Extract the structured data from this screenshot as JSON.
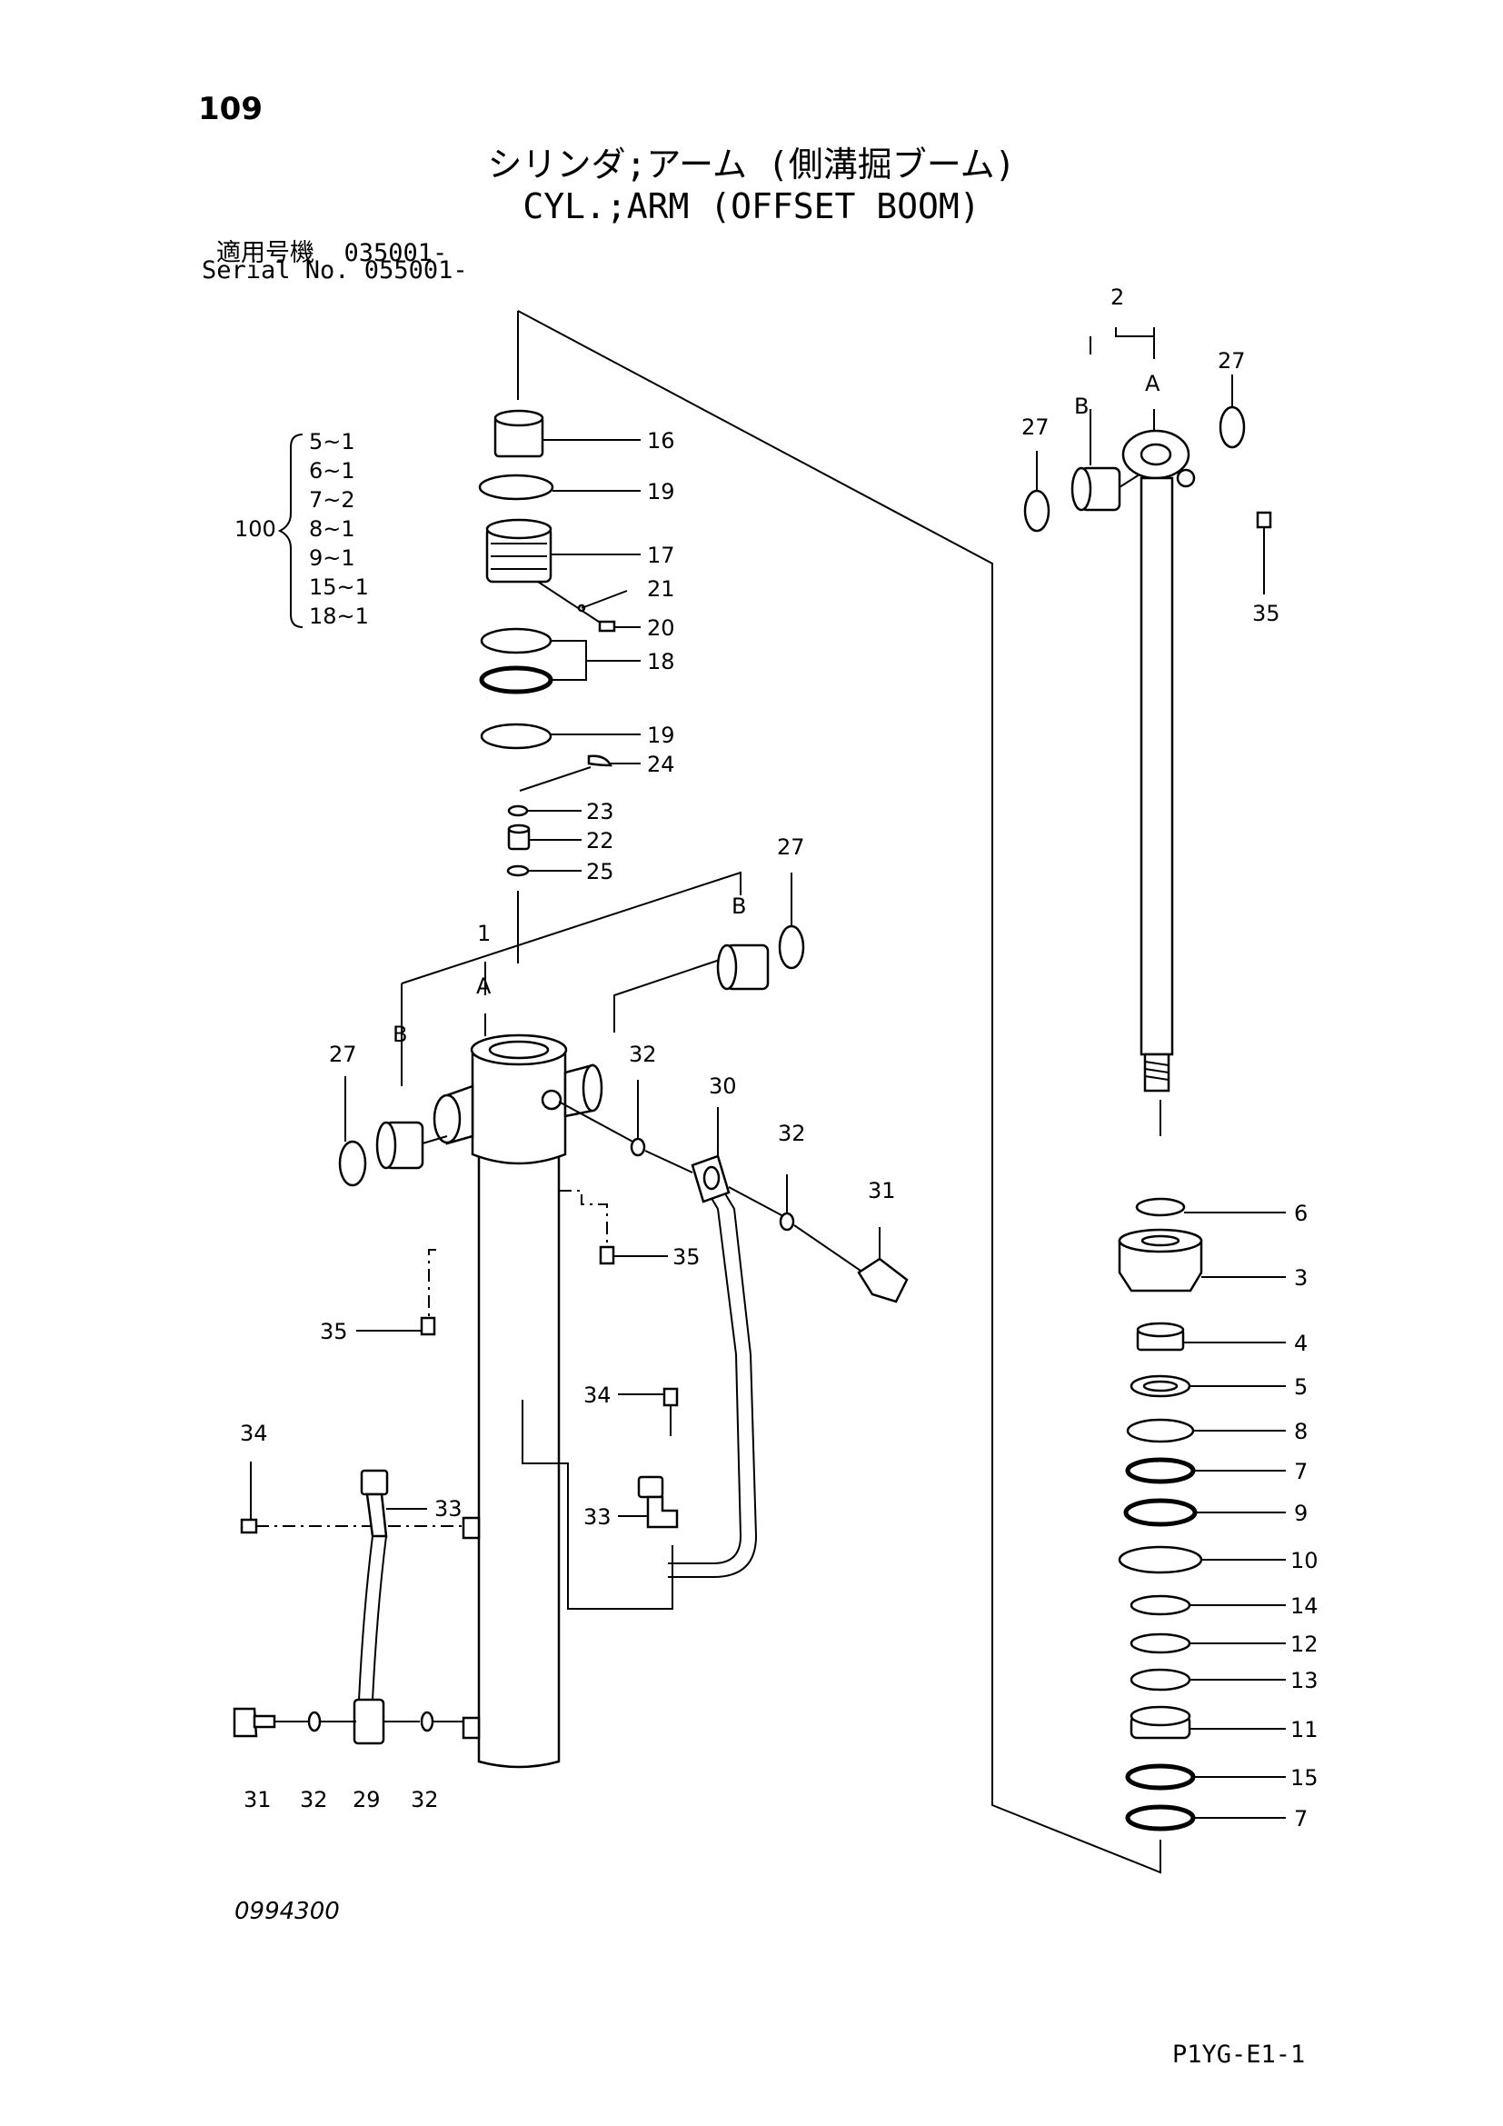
{
  "header": {
    "page_number": "109",
    "title_jp": "シリンダ;アーム (側溝掘ブーム)",
    "title_en": "CYL.;ARM (OFFSET BOOM)",
    "serial_line_1": "適用号機  035001-",
    "serial_line_2": "Serial No. 055001-"
  },
  "kit_group": {
    "number": "100",
    "items": [
      "5~1",
      "6~1",
      "7~2",
      "8~1",
      "9~1",
      "15~1",
      "18~1"
    ]
  },
  "callouts_left": [
    "16",
    "19",
    "17",
    "21",
    "20",
    "18",
    "19",
    "24",
    "23",
    "22",
    "25",
    "27",
    "B",
    "1",
    "A",
    "B",
    "27",
    "32",
    "30",
    "32",
    "31",
    "35",
    "35",
    "34",
    "34",
    "33",
    "33",
    "31",
    "32",
    "29",
    "32"
  ],
  "callouts_right": [
    "2",
    "A",
    "B",
    "27",
    "27",
    "35",
    "6",
    "3",
    "4",
    "5",
    "8",
    "7",
    "9",
    "10",
    "14",
    "12",
    "13",
    "11",
    "15",
    "7"
  ],
  "footer": {
    "drawing_code": "0994300",
    "page_ref": "P1YG-E1-1"
  }
}
